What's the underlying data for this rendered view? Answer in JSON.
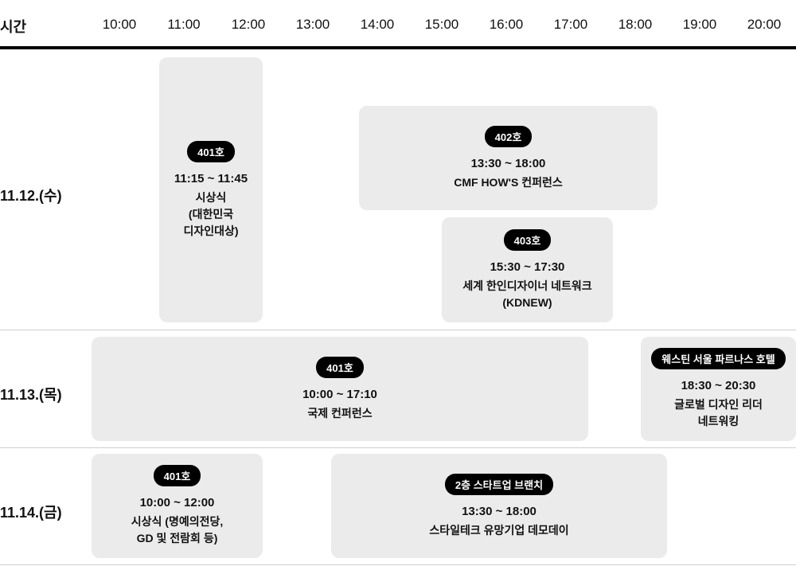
{
  "header": {
    "label": "시간",
    "hours": [
      "10:00",
      "11:00",
      "12:00",
      "13:00",
      "14:00",
      "15:00",
      "16:00",
      "17:00",
      "18:00",
      "19:00",
      "20:00"
    ]
  },
  "days": [
    {
      "label": "11.12.(수)",
      "events": [
        {
          "room": "401호",
          "time": "11:15 ~ 11:45",
          "title": "시상식\n(대한민국\n디자인대상)"
        },
        {
          "room": "402호",
          "time": "13:30 ~ 18:00",
          "title": "CMF HOW'S 컨퍼런스"
        },
        {
          "room": "403호",
          "time": "15:30 ~ 17:30",
          "title": "세계 한인디자이너 네트워크\n(KDNEW)"
        }
      ]
    },
    {
      "label": "11.13.(목)",
      "events": [
        {
          "room": "401호",
          "time": "10:00 ~ 17:10",
          "title": "국제 컨퍼런스"
        },
        {
          "room": "웨스틴 서울 파르나스 호텔",
          "time": "18:30 ~ 20:30",
          "title": "글로벌 디자인 리더\n네트워킹"
        }
      ]
    },
    {
      "label": "11.14.(금)",
      "events": [
        {
          "room": "401호",
          "time": "10:00 ~ 12:00",
          "title": "시상식 (명예의전당,\nGD 및 전람회 등)"
        },
        {
          "room": "2층 스타트업 브랜치",
          "time": "13:30 ~ 18:00",
          "title": "스타일테크 유망기업 데모데이"
        }
      ]
    }
  ]
}
